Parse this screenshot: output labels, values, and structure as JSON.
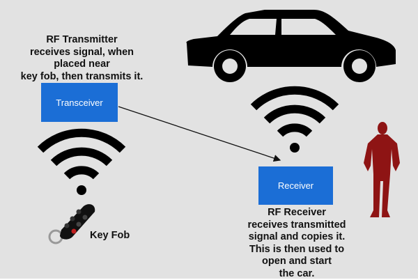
{
  "transmitter_caption": [
    "RF Transmitter",
    "receives signal, when",
    "placed near",
    "key fob, then transmits it."
  ],
  "transceiver_label": "Transceiver",
  "receiver_label": "Receiver",
  "receiver_caption": [
    "RF Receiver",
    "receives transmitted",
    "signal and copies it.",
    "This is then used to",
    "open and start",
    "the car."
  ],
  "keyfob_label": "Key Fob",
  "colors": {
    "background": "#e2e2e2",
    "box": "#1b6ed6",
    "person": "#8e1414",
    "icon": "#000000"
  },
  "icons": [
    "car-icon",
    "wifi-icon-left",
    "wifi-icon-right",
    "key-fob-icon",
    "person-icon"
  ]
}
